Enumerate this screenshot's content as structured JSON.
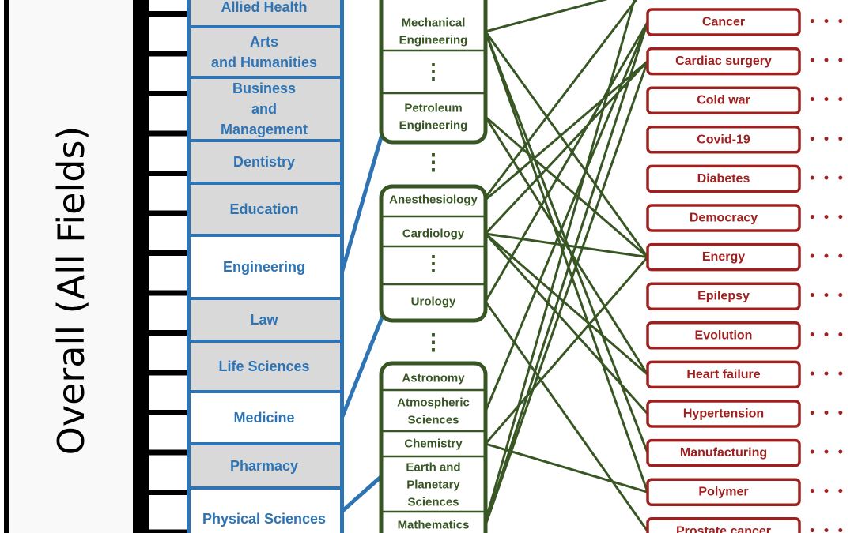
{
  "overall_label": "Overall (All Fields)",
  "subject_areas": [
    {
      "label": "Allied Health",
      "highlighted": false
    },
    {
      "label": "Arts\nand Humanities",
      "highlighted": false
    },
    {
      "label": "Business\nand\nManagement",
      "highlighted": false
    },
    {
      "label": "Dentistry",
      "highlighted": false
    },
    {
      "label": "Education",
      "highlighted": false
    },
    {
      "label": "Engineering",
      "highlighted": true
    },
    {
      "label": "Law",
      "highlighted": false
    },
    {
      "label": "Life Sciences",
      "highlighted": false
    },
    {
      "label": "Medicine",
      "highlighted": true
    },
    {
      "label": "Pharmacy",
      "highlighted": false
    },
    {
      "label": "Physical Sciences",
      "highlighted": true
    }
  ],
  "subfield_groups": [
    {
      "parent": "Engineering",
      "items": [
        "Mechanical\nEngineering",
        "⋮",
        "Petroleum\nEngineering"
      ]
    },
    {
      "parent": "Medicine",
      "items": [
        "Anesthesiology",
        "Cardiology",
        "⋮",
        "Urology"
      ]
    },
    {
      "parent": "Physical Sciences",
      "items": [
        "Astronomy",
        "Atmospheric\nSciences",
        "Chemistry",
        "Earth and\nPlanetary\nSciences",
        "Mathematics"
      ]
    }
  ],
  "vertical_ellipsis": "⋮",
  "topics": [
    "Cancer",
    "Cardiac surgery",
    "Cold war",
    "Covid-19",
    "Diabetes",
    "Democracy",
    "Energy",
    "Epilepsy",
    "Evolution",
    "Heart failure",
    "Hypertension",
    "Manufacturing",
    "Polymer",
    "Prostate cancer"
  ],
  "topic_ellipsis": "• • •",
  "colors": {
    "blue": "#2e74b5",
    "blue_fill": "#d9d9d9",
    "green": "#375623",
    "red": "#a02020",
    "black": "#000000"
  }
}
